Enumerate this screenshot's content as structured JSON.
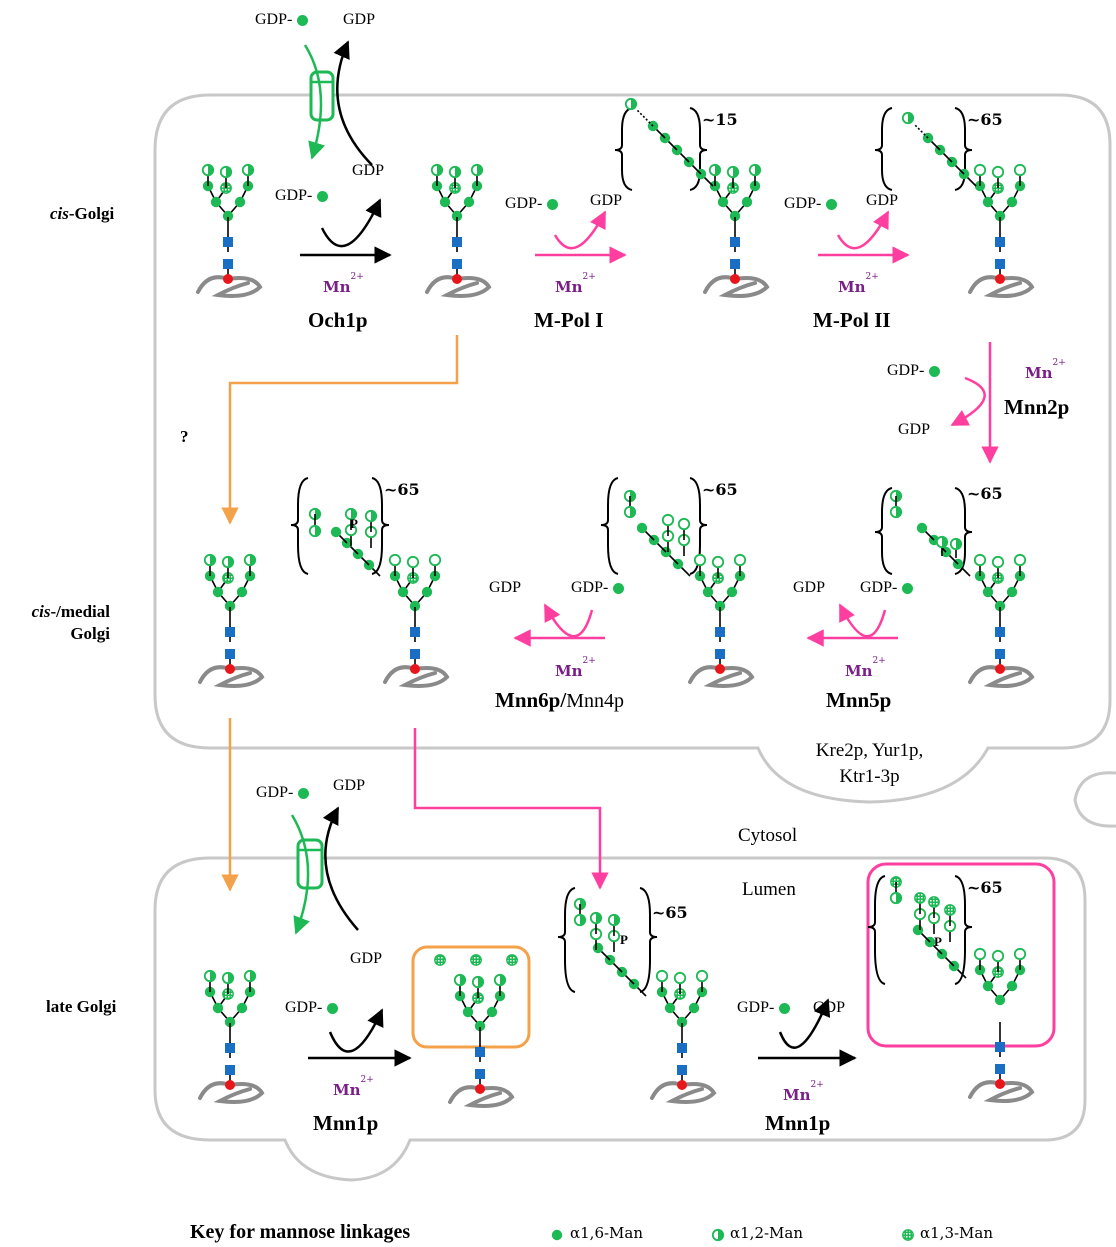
{
  "compartments": {
    "cis_golgi": "cis-Golgi",
    "cis_prefix": "cis",
    "cis_suffix": "-Golgi",
    "medial_line1_prefix": "cis",
    "medial_line1_suffix": "-/medial",
    "medial_line2": "Golgi",
    "late_golgi": "late  Golgi",
    "cytosol": "Cytosol",
    "lumen": "Lumen"
  },
  "substrates": {
    "gdp_man": "GDP-",
    "gdp": "GDP"
  },
  "metal": {
    "symbol": "Mn",
    "charge": "2+"
  },
  "enzymes": {
    "och1p": "Och1p",
    "mpol1": "M-Pol I",
    "mpol2": "M-Pol II",
    "mnn2p": "Mnn2p",
    "mnn5p": "Mnn5p",
    "mnn6p": "Mnn6p",
    "mnn6_sep": "/",
    "mnn4p": "Mnn4p",
    "mnn1p": "Mnn1p",
    "kre_line1": "Kre2p, Yur1p,",
    "kre_line2": "Ktr1-3p"
  },
  "chain_lengths": {
    "n15": "~15",
    "n65": "~65"
  },
  "phosphate": "P",
  "unknown_step": "?",
  "key": {
    "title": "Key for mannose linkages",
    "items": [
      "α1,6-Man",
      "α1,2-Man",
      "α1,3-Man"
    ]
  },
  "colors": {
    "mannose": "#1db954",
    "glcnac": "#1a6fc4",
    "asparagine": "#e8151b",
    "protein": "#8a8a8a",
    "transporter": "#1db954",
    "och1p_arrow": "#000000",
    "mannan_path": "#ff3fa0",
    "alt_path": "#f4a24a",
    "mn_text": "#7a1f87",
    "membrane": "#c8c8c8"
  }
}
